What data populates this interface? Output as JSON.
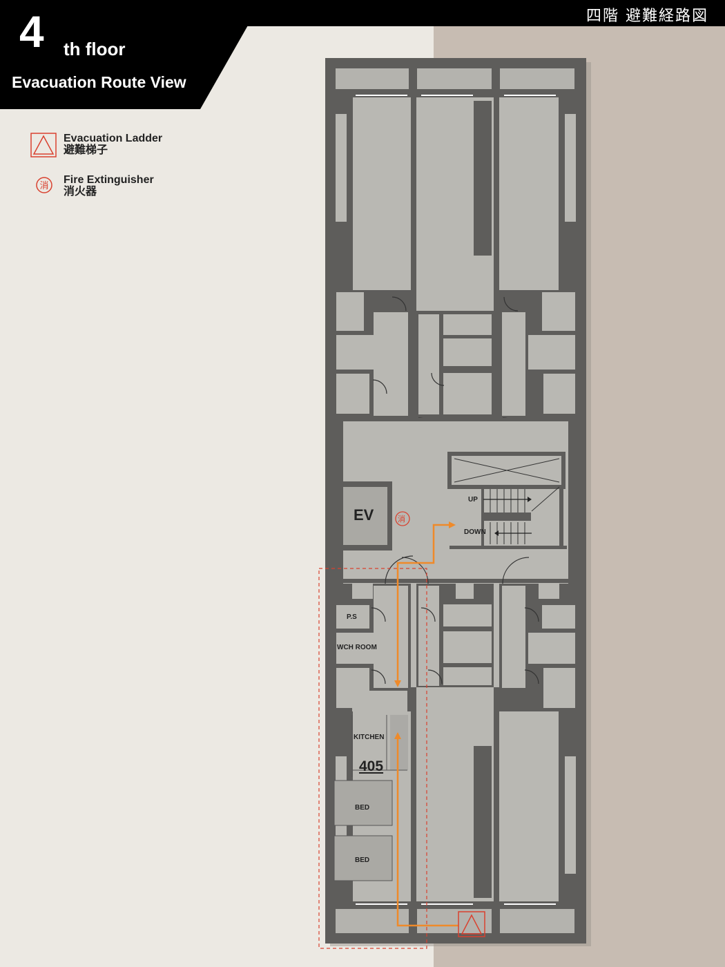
{
  "header": {
    "floor_number": "4",
    "floor_suffix": "th floor",
    "subtitle": "Evacuation Route View",
    "jp_title": "四階 避難経路図"
  },
  "legend": [
    {
      "icon": "evacuation-ladder-icon",
      "label_en": "Evacuation Ladder",
      "label_jp": "避難梯子",
      "color": "#d9412f"
    },
    {
      "icon": "fire-extinguisher-icon",
      "label_en": "Fire Extinguisher",
      "label_jp": "消火器",
      "color": "#d9412f"
    }
  ],
  "plan": {
    "ev_label": "EV",
    "extinguisher_glyph": "消",
    "stair_up": "UP",
    "stair_down": "DOWN",
    "ps_label": "P.S",
    "wch_label": "WCH ROOM",
    "kitchen_label": "KITCHEN",
    "room_number": "405",
    "bed_label_1": "BED",
    "bed_label_2": "BED"
  },
  "colors": {
    "route": "#ef8a2a",
    "highlight": "#d9412f",
    "wall": "#5e5d5b",
    "floor": "#b7b6b1"
  }
}
